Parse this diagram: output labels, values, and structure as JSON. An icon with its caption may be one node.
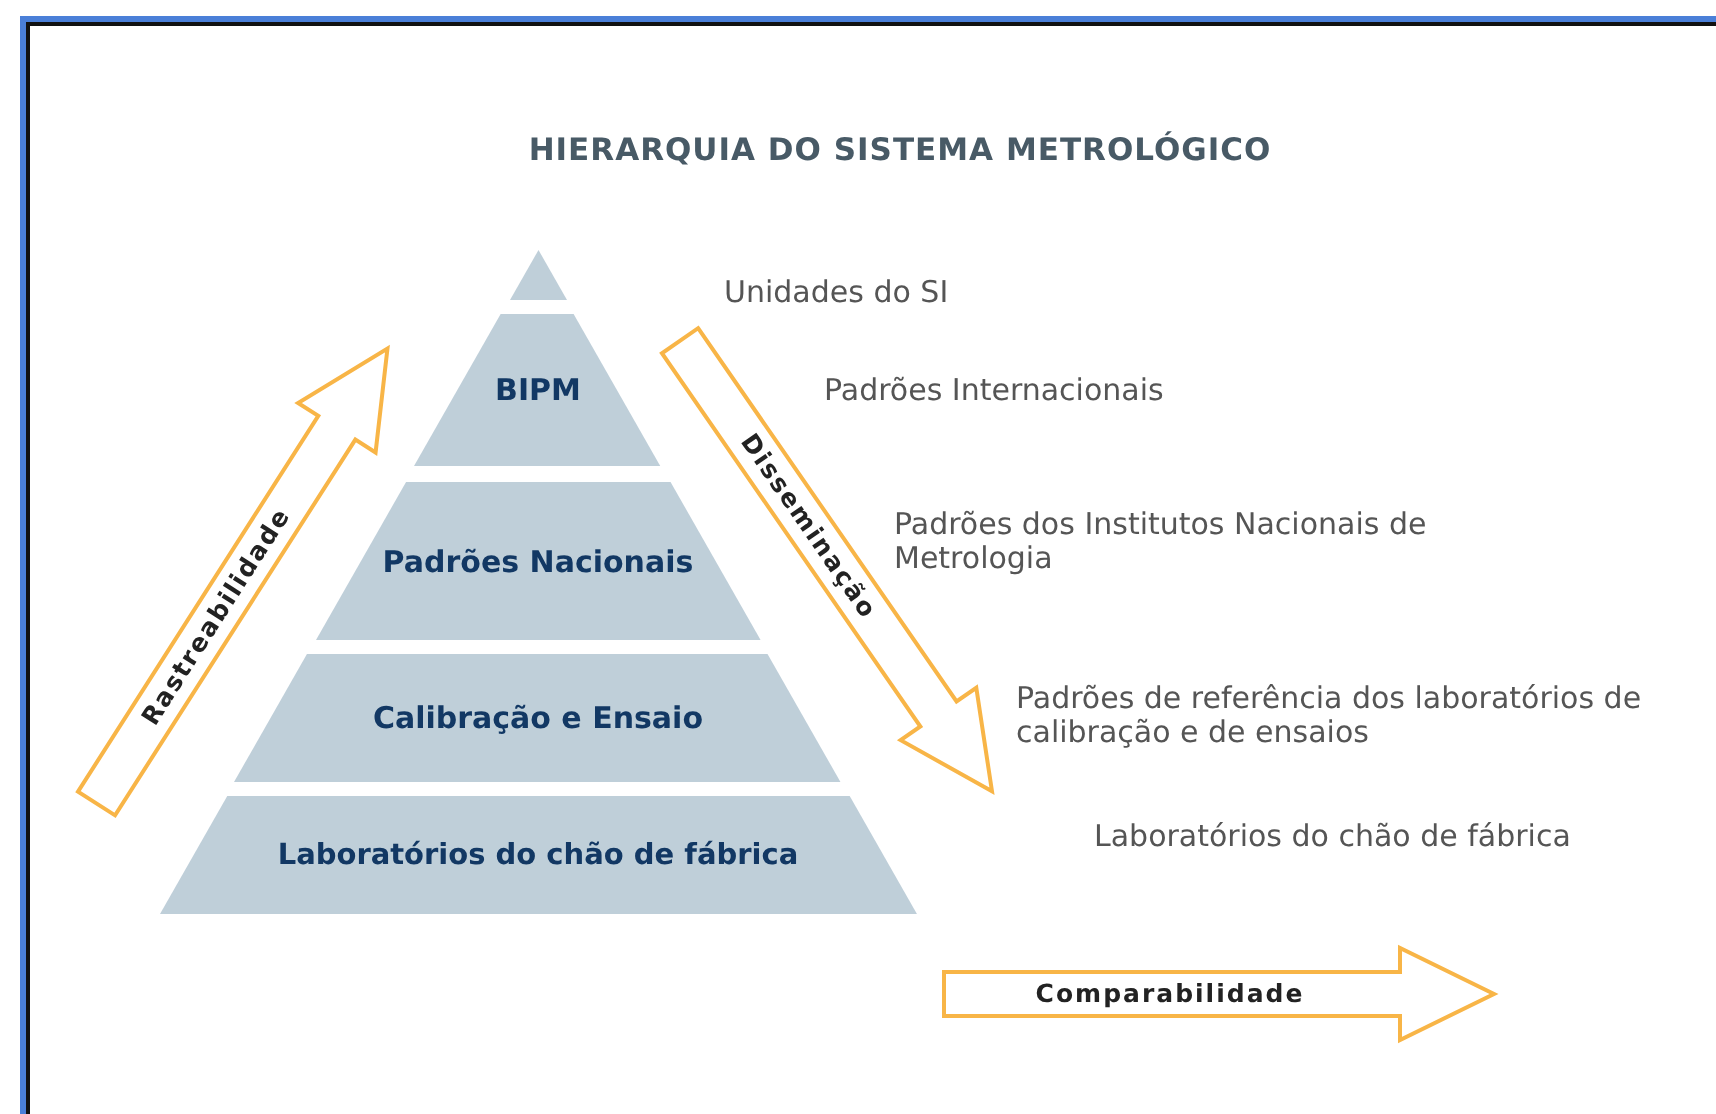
{
  "diagram": {
    "title": "HIERARQUIA DO SISTEMA METROLÓGICO",
    "nodes": [
      {
        "text": [],
        "shape": "triangle"
      },
      {
        "text": [
          "BIPM"
        ]
      },
      {
        "text": [
          "Padrões Nacionais"
        ]
      },
      {
        "text": [
          "Calibração e Ensaio"
        ]
      },
      {
        "text": [
          "Laboratórios do chão de fábrica"
        ]
      },
      {
        "text": [
          "Rastreabilidade"
        ]
      },
      {
        "text": [
          "Disseminação"
        ]
      },
      {
        "text": [
          "Comparabilidade"
        ]
      }
    ],
    "labels": [
      "Unidades do SI",
      "Padrões Internacionais",
      "Padrões dos Institutos Nacionais de Metrologia",
      "Padrões de referência dos laboratórios de calibração e de ensaios",
      "Laboratórios do chão de fábrica"
    ]
  }
}
